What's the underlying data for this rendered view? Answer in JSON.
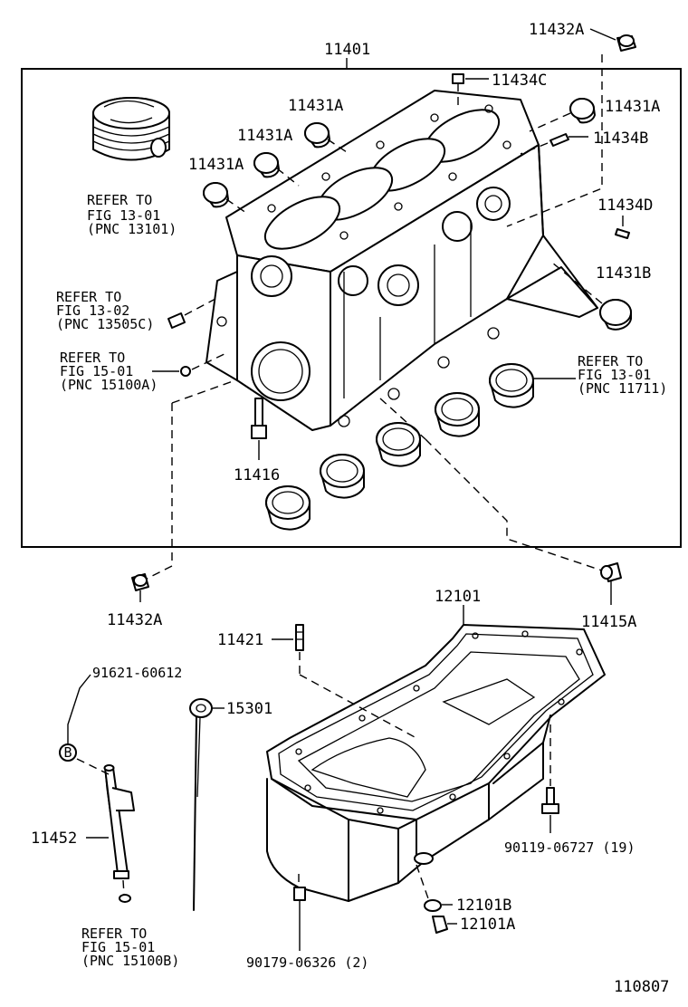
{
  "labels": {
    "l_11432A_top": "11432A",
    "l_11401": "11401",
    "l_11434C": "11434C",
    "l_11431A_r": "11431A",
    "l_11431A_1": "11431A",
    "l_11431A_2": "11431A",
    "l_11431A_3": "11431A",
    "l_11434B": "11434B",
    "l_11434D": "11434D",
    "l_11431B": "11431B",
    "l_11416": "11416",
    "l_11432A_bot": "11432A",
    "l_11415A": "11415A",
    "l_12101": "12101",
    "l_11421": "11421",
    "l_91621": "91621-60612",
    "l_15301": "15301",
    "l_11452": "11452",
    "l_90119": "90119-06727 (19)",
    "l_12101B": "12101B",
    "l_12101A": "12101A",
    "l_90179": "90179-06326 (2)",
    "l_page": "110807",
    "b_marker": "B"
  },
  "refs": {
    "r1": [
      "REFER TO",
      "FIG 13-01",
      "(PNC 13101)"
    ],
    "r2": [
      "REFER TO",
      "FIG 13-02",
      "(PNC 13505C)"
    ],
    "r3": [
      "REFER TO",
      "FIG 15-01",
      "(PNC 15100A)"
    ],
    "r4": [
      "REFER TO",
      "FIG 13-01",
      "(PNC 11711)"
    ],
    "r5": [
      "REFER TO",
      "FIG 15-01",
      "(PNC 15100B)"
    ]
  }
}
